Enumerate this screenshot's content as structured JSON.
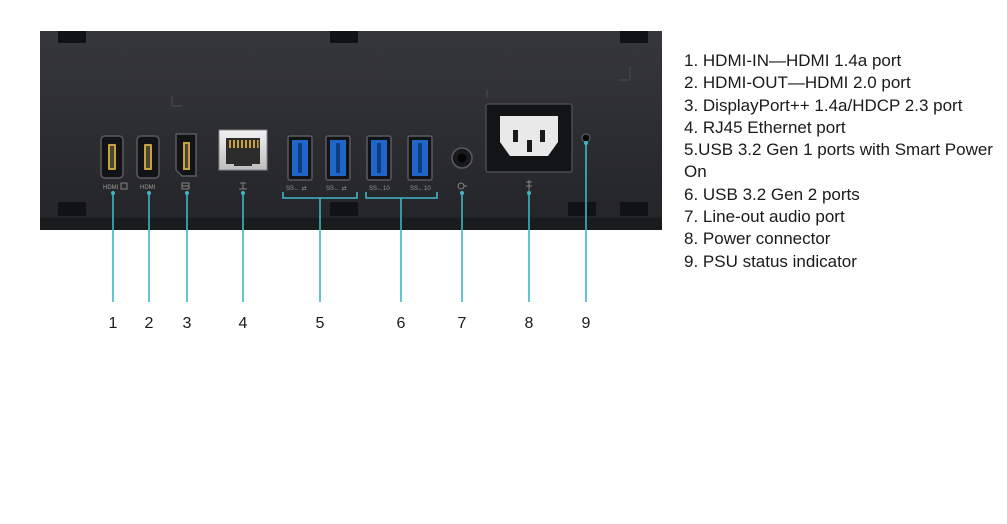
{
  "diagram": {
    "port_labels": {
      "hdmi_in": "HDMI",
      "hdmi_out": "HDMI",
      "usb_gen1_a": "SS← ⇄",
      "usb_gen1_b": "SS← ⇄",
      "usb_gen2_a": "SS←10",
      "usb_gen2_b": "SS←10"
    },
    "callout_numbers": [
      "1",
      "2",
      "3",
      "4",
      "5",
      "6",
      "7",
      "8",
      "9"
    ]
  },
  "legend": [
    "1. HDMI-IN—HDMI 1.4a port",
    "2. HDMI-OUT—HDMI 2.0 port",
    "3. DisplayPort++ 1.4a/HDCP 2.3 port",
    "4. RJ45 Ethernet port",
    "5.USB 3.2 Gen 1 ports with Smart Power On",
    "6. USB 3.2 Gen 2 ports",
    "7. Line-out audio port",
    "8. Power connector",
    "9. PSU status indicator"
  ],
  "colors": {
    "panel": "#2b2c2f",
    "usb_blue": "#1f66c9",
    "leader": "#3fb6c6"
  }
}
